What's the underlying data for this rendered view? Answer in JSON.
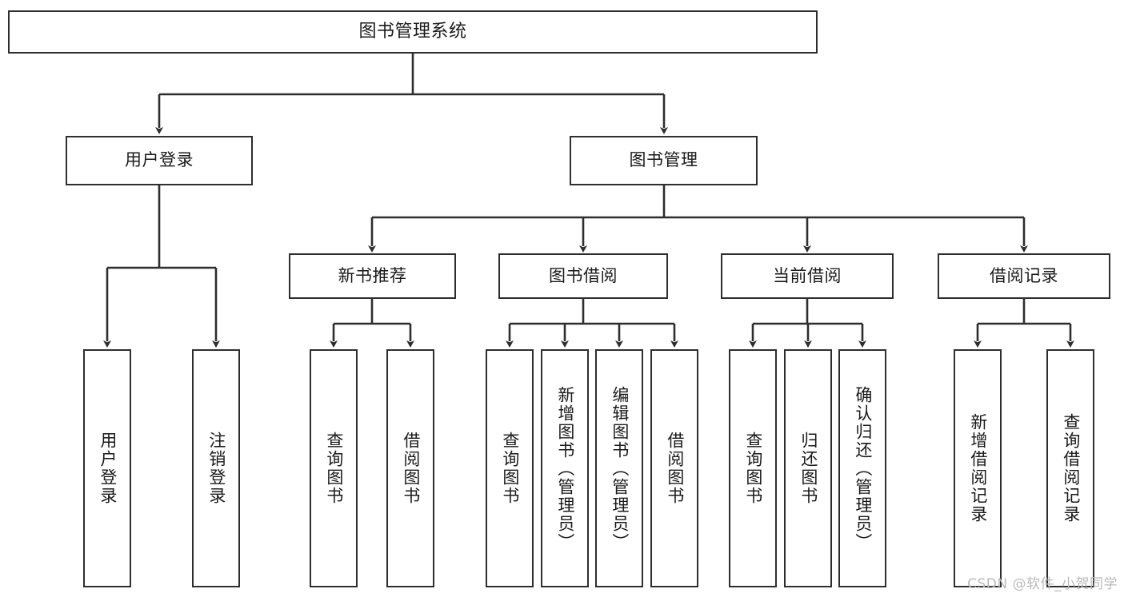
{
  "diagram": {
    "type": "hierarchy-tree",
    "root": {
      "id": "root",
      "label": "图书管理系统"
    },
    "level2": [
      {
        "id": "user-login",
        "label": "用户登录"
      },
      {
        "id": "book-manage",
        "label": "图书管理"
      }
    ],
    "level3": [
      {
        "id": "new-book-recommend",
        "label": "新书推荐"
      },
      {
        "id": "book-borrow",
        "label": "图书借阅"
      },
      {
        "id": "current-borrow",
        "label": "当前借阅"
      },
      {
        "id": "borrow-record",
        "label": "借阅记录"
      }
    ],
    "leaves": [
      {
        "id": "leaf-user-login",
        "label": "用户登录",
        "parent": "user-login"
      },
      {
        "id": "leaf-logout-login",
        "label": "注销登录",
        "parent": "user-login"
      },
      {
        "id": "leaf-query-book-1",
        "label": "查询图书",
        "parent": "new-book-recommend"
      },
      {
        "id": "leaf-borrow-book-1",
        "label": "借阅图书",
        "parent": "new-book-recommend"
      },
      {
        "id": "leaf-query-book-2",
        "label": "查询图书",
        "parent": "book-borrow"
      },
      {
        "id": "leaf-add-book",
        "label": "新增图书（管理员）",
        "parent": "book-borrow"
      },
      {
        "id": "leaf-edit-book",
        "label": "编辑图书（管理员）",
        "parent": "book-borrow"
      },
      {
        "id": "leaf-borrow-book-2",
        "label": "借阅图书",
        "parent": "book-borrow"
      },
      {
        "id": "leaf-query-book-3",
        "label": "查询图书",
        "parent": "current-borrow"
      },
      {
        "id": "leaf-return-book",
        "label": "归还图书",
        "parent": "current-borrow"
      },
      {
        "id": "leaf-confirm-return",
        "label": "确认归还（管理员）",
        "parent": "current-borrow"
      },
      {
        "id": "leaf-add-record",
        "label": "新增借阅记录",
        "parent": "borrow-record"
      },
      {
        "id": "leaf-query-record",
        "label": "查询借阅记录",
        "parent": "borrow-record"
      }
    ]
  },
  "watermark": {
    "text": "CSDN @软件_小贺同学"
  },
  "colors": {
    "stroke": "#2e2e2e",
    "background": "#ffffff",
    "text": "#1a1a1a",
    "watermark": "#b9b9b9"
  }
}
